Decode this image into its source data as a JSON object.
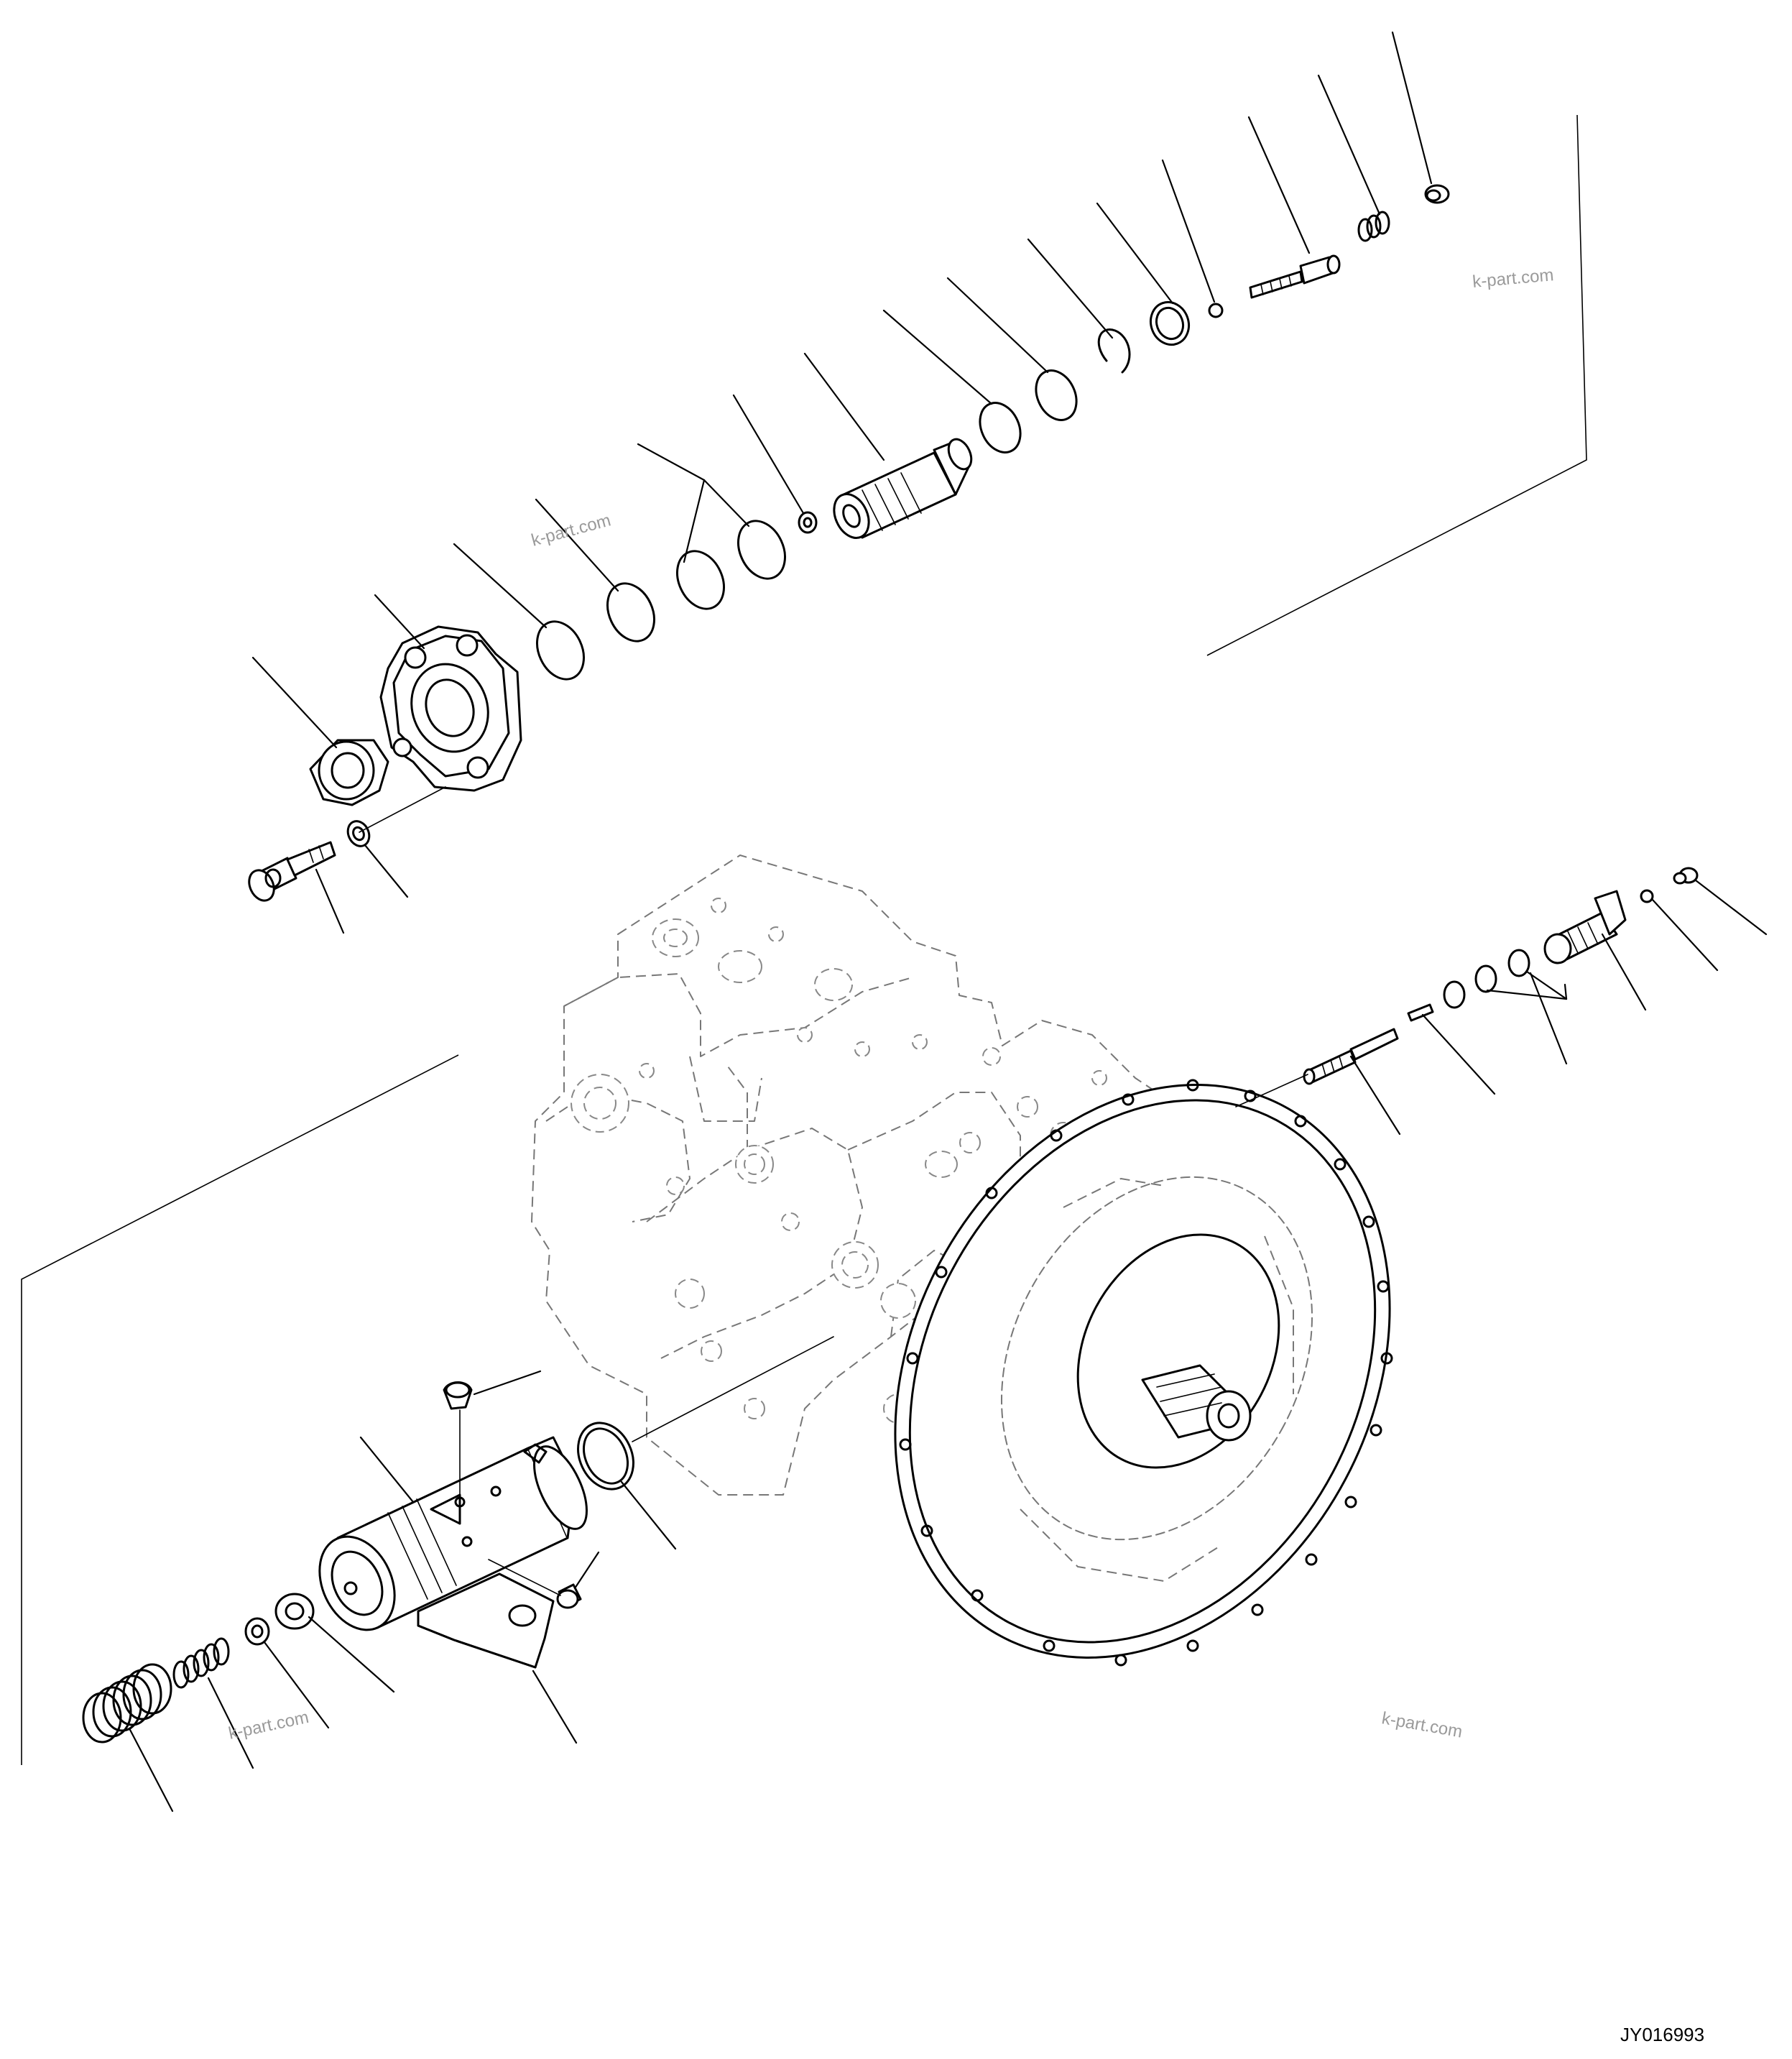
{
  "watermarks": [
    "k-part.com",
    "k-part.com",
    "k-part.com",
    "k-part.com"
  ],
  "drawing_code": "JY016993"
}
